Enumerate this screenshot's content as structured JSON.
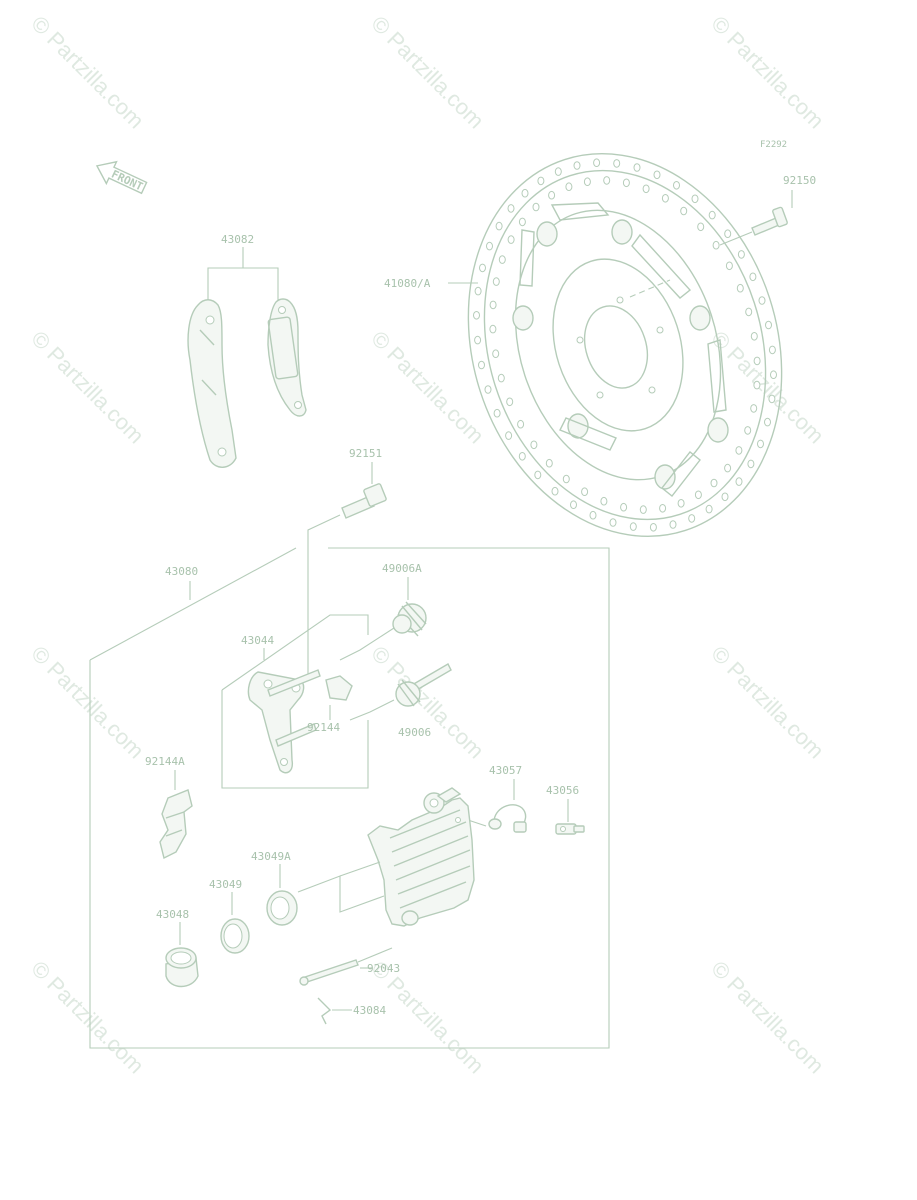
{
  "diagram": {
    "figure_code": "F2292",
    "direction_arrow": "FRONT",
    "watermark": "© Partzilla.com",
    "labels": {
      "p92150": "92150",
      "p41080A": "41080/A",
      "p43082": "43082",
      "p92151": "92151",
      "p43080": "43080",
      "p49006A": "49006A",
      "p43044": "43044",
      "p92144": "92144",
      "p49006": "49006",
      "p92144A": "92144A",
      "p43057": "43057",
      "p43056": "43056",
      "p43049A": "43049A",
      "p43049": "43049",
      "p43048": "43048",
      "p92043": "92043",
      "p43084": "43084"
    },
    "colors": {
      "line": "#b5ccb9",
      "text": "#a8c2ac",
      "watermark": "#dfe9e1"
    }
  }
}
